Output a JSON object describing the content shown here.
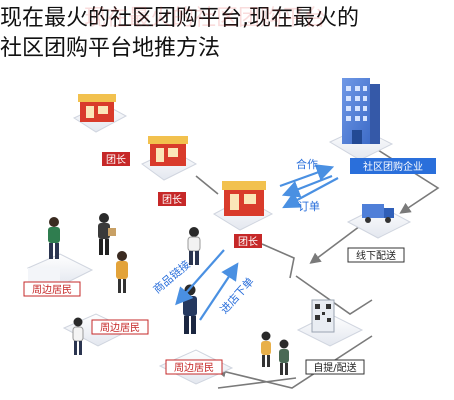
{
  "heading": {
    "line1": "现在最火的社区团购平台,现在最火的",
    "line2": "社区团购平台地推方法",
    "watermark": "现在最火的社区团购平台"
  },
  "diagram": {
    "platform_label": "社区团购企业",
    "offline_label": "线下配送",
    "pickup_label": "自提/配送",
    "leader_label": "团长",
    "resident_label": "周边居民",
    "flows": {
      "cooperation": "合作",
      "order": "订单",
      "product_link": "商品链接",
      "place_order": "进店下单"
    }
  },
  "colors": {
    "accent": "#2a6fdb",
    "tag_red": "#c62828",
    "store_red": "#d93b2b",
    "platform_blue": "#4f7fd8",
    "arrow_blue": "#4a90e2",
    "line_gray": "#7a7a7a"
  }
}
